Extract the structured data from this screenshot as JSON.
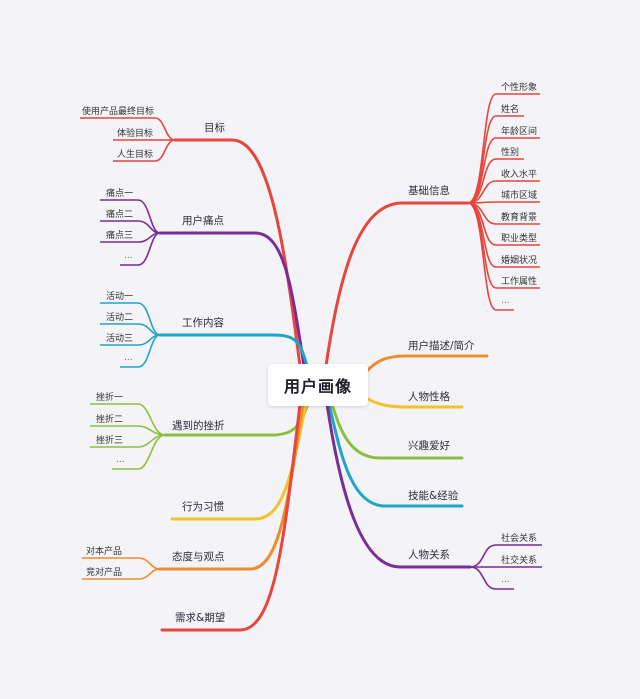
{
  "center": "用户画像",
  "left": [
    {
      "label": "目标",
      "color": "#e8453c",
      "items": [
        "使用产品最终目标",
        "体验目标",
        "人生目标"
      ]
    },
    {
      "label": "用户痛点",
      "color": "#7b2d96",
      "items": [
        "痛点一",
        "痛点二",
        "痛点三",
        "..."
      ]
    },
    {
      "label": "工作内容",
      "color": "#1ea5c8",
      "items": [
        "活动一",
        "活动二",
        "活动三",
        "..."
      ]
    },
    {
      "label": "遇到的挫折",
      "color": "#8dbf3e",
      "items": [
        "挫折一",
        "挫折二",
        "挫折三",
        "..."
      ]
    },
    {
      "label": "行为习惯",
      "color": "#f2c12e",
      "items": []
    },
    {
      "label": "态度与观点",
      "color": "#f08c2a",
      "items": [
        "对本产品",
        "竞对产品"
      ]
    },
    {
      "label": "需求&期望",
      "color": "#e8453c",
      "items": []
    }
  ],
  "right": [
    {
      "label": "基础信息",
      "color": "#e8453c",
      "items": [
        "个性形象",
        "姓名",
        "年龄区间",
        "性别",
        "收入水平",
        "城市区域",
        "教育背景",
        "职业类型",
        "婚姻状况",
        "工作属性",
        "..."
      ]
    },
    {
      "label": "用户描述/简介",
      "color": "#f08c2a",
      "items": []
    },
    {
      "label": "人物性格",
      "color": "#f2c12e",
      "items": []
    },
    {
      "label": "兴趣爱好",
      "color": "#8dbf3e",
      "items": []
    },
    {
      "label": "技能&经验",
      "color": "#1ea5c8",
      "items": []
    },
    {
      "label": "人物关系",
      "color": "#7b2d96",
      "items": [
        "社会关系",
        "社交关系",
        "..."
      ]
    }
  ]
}
